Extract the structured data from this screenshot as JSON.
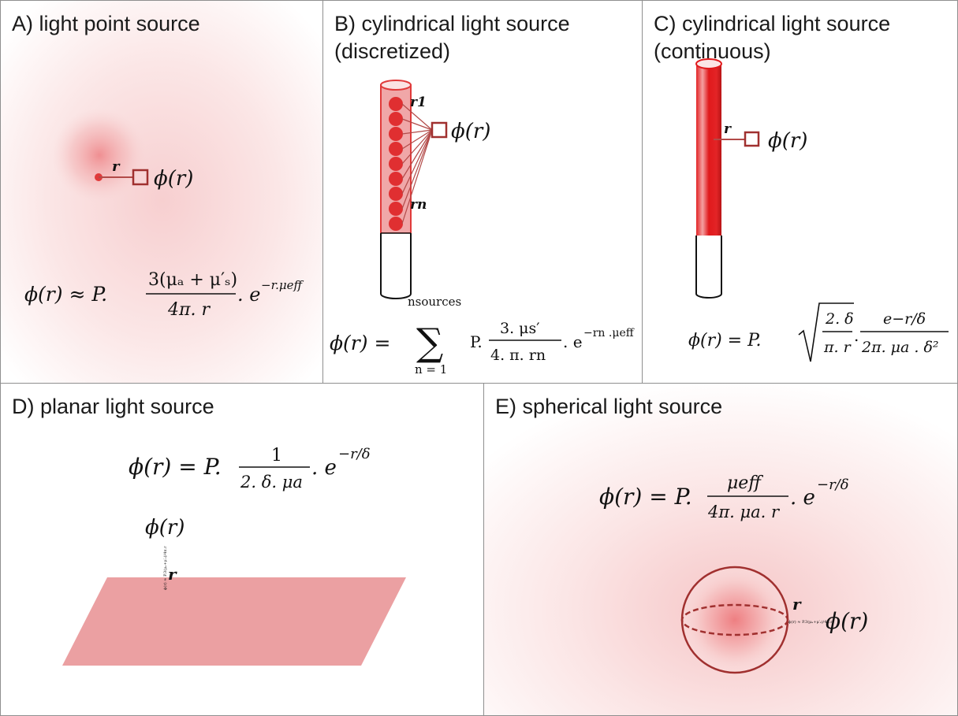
{
  "panels": {
    "a": {
      "title": "A) light point source",
      "r_label": "r",
      "phi_label": "ϕ(r)",
      "formula_lhs": "ϕ(r) ≈ P.",
      "formula_num": "3(μₐ + μ′ₛ)",
      "formula_den": "4π. r",
      "formula_exp": ". e",
      "formula_sup": "−r.μeff"
    },
    "b": {
      "title": "B) cylindrical light source\n(discretized)",
      "r1_label": "r1",
      "rn_label": "rn",
      "phi_label": "ϕ(r)",
      "formula_lhs": "ϕ(r) =",
      "sum_top": "nsources",
      "sum_bottom": "n = 1",
      "formula_p": "P.",
      "formula_num": "3. μs′",
      "formula_den": "4. π. rn",
      "formula_exp": ". e",
      "formula_sup": "−rn .μeff"
    },
    "c": {
      "title": "C) cylindrical light source\n(continuous)",
      "r_label": "r",
      "phi_label": "ϕ(r)",
      "formula_lhs": "ϕ(r) =  P.",
      "sqrt_num": "2. δ",
      "sqrt_den": "π. r",
      "formula_num": "e−r/δ",
      "formula_den": "2π. μa . δ²"
    },
    "d": {
      "title": "D) planar light source",
      "phi_label": "ϕ(r)",
      "r_label": "r",
      "formula_lhs": "ϕ(r) =  P.",
      "formula_num": "1",
      "formula_den": "2. δ. μa",
      "formula_exp": ". e",
      "formula_sup": "−r/δ"
    },
    "e": {
      "title": "E) spherical light source",
      "r_label": "r",
      "phi_label": "ϕ(r)",
      "formula_lhs": "ϕ(r) =  P.",
      "formula_num": "μeff",
      "formula_den": "4π. μa. r",
      "formula_exp": ". e",
      "formula_sup": "−r/δ"
    }
  },
  "colors": {
    "light_red": "#e8393a",
    "dark_red": "#a0302f",
    "plane_fill": "#eba0a2",
    "panel_border": "#8f8f8f"
  }
}
